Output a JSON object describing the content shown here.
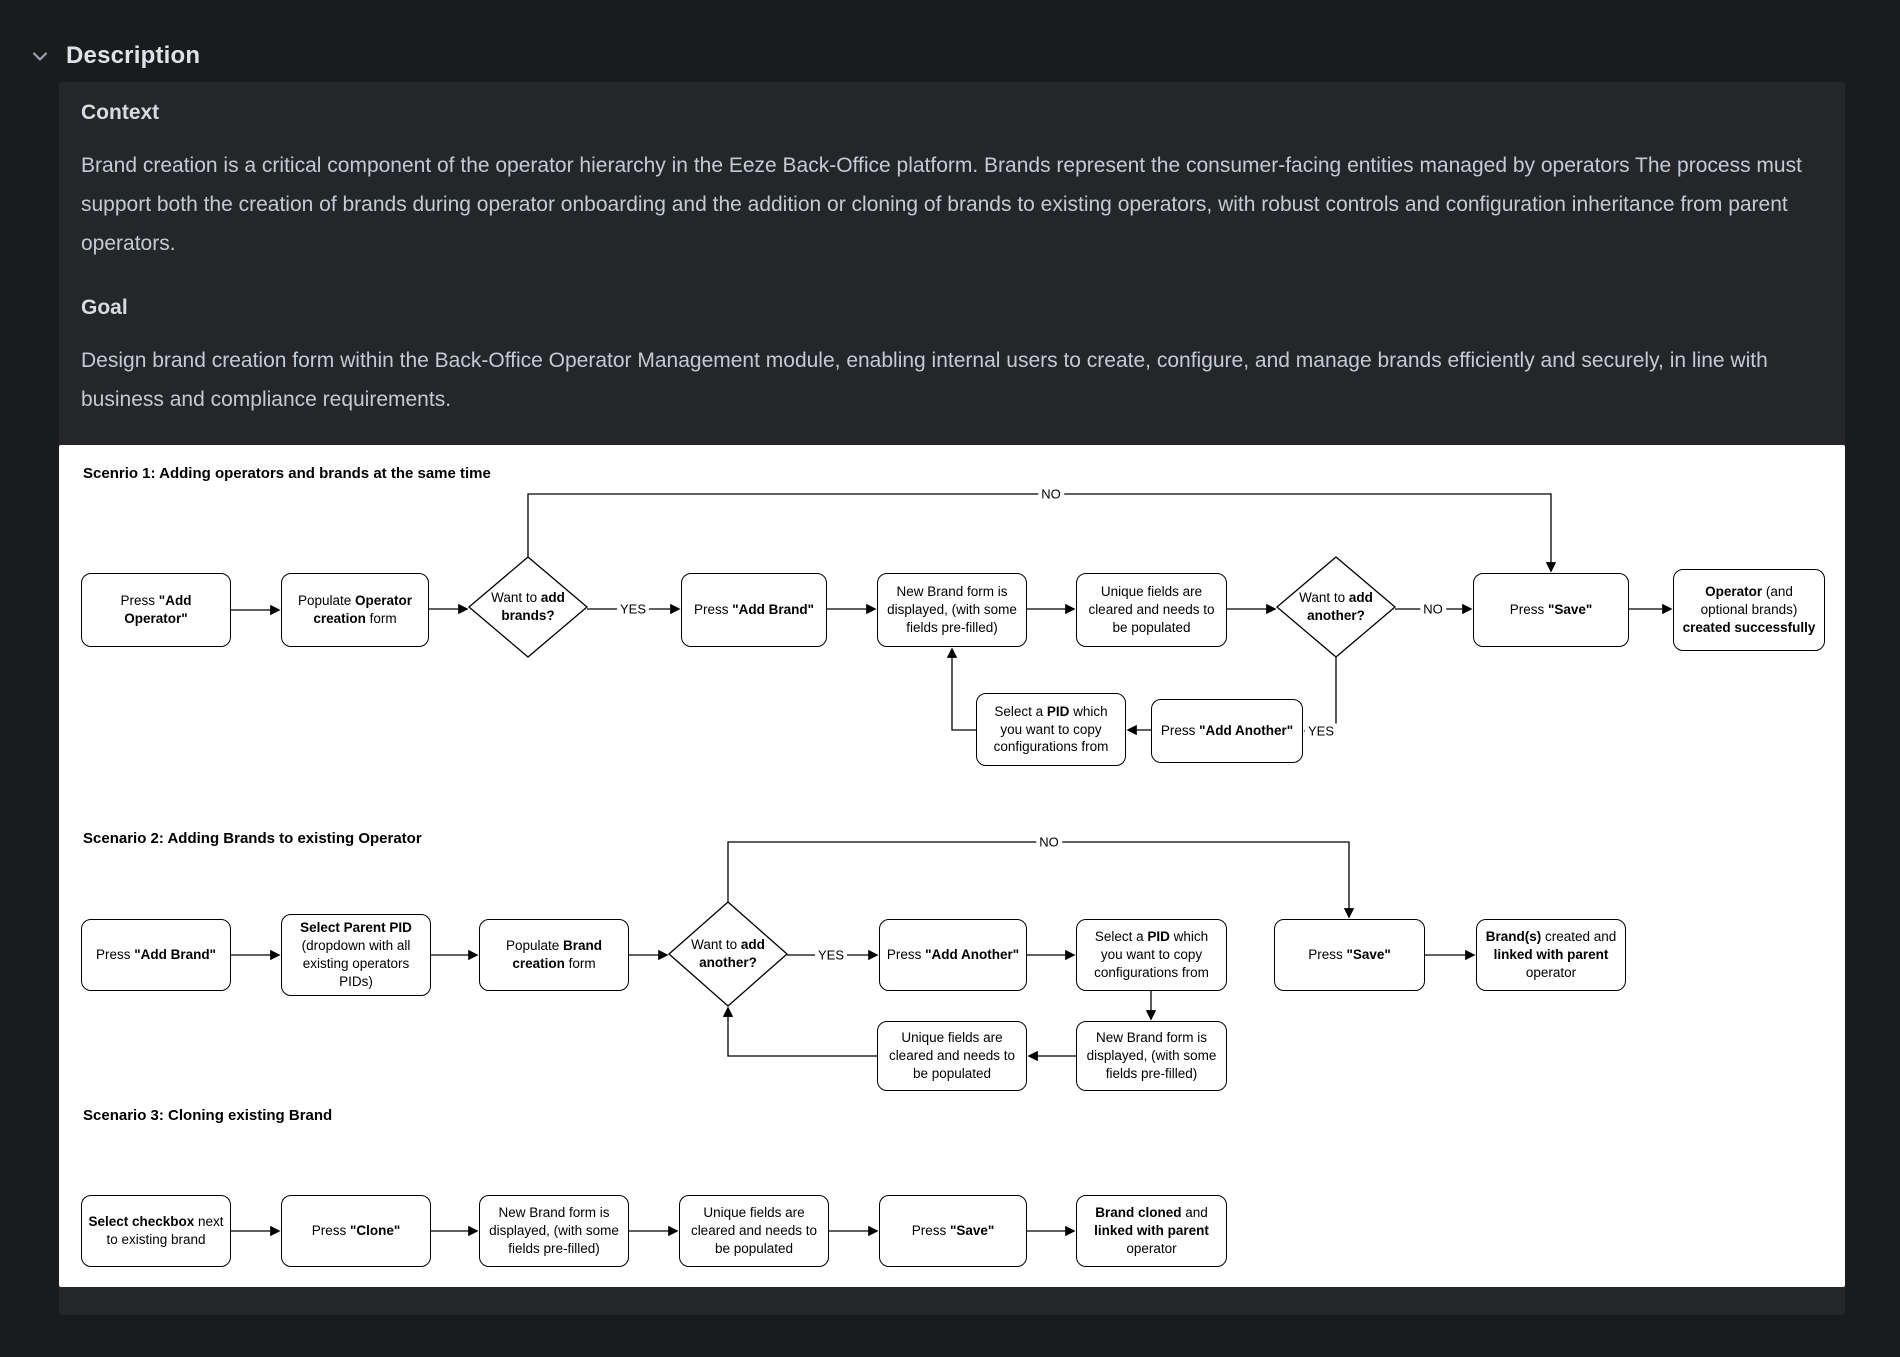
{
  "header": {
    "title": "Description",
    "chevron_icon": "chevron-down"
  },
  "description": {
    "context_heading": "Context",
    "context_text": "Brand creation is a critical component of the operator hierarchy in the Eeze Back-Office platform. Brands represent the consumer-facing entities managed by operators The process must support both the creation of brands during operator onboarding and the addition or cloning of brands to existing operators, with robust controls and configuration inheritance from parent operators.",
    "goal_heading": "Goal",
    "goal_text": "Design brand creation form within the Back-Office Operator Management module, enabling internal users to create, configure, and manage brands efficiently and securely, in line with business and compliance requirements."
  },
  "diagram": {
    "labels": {
      "yes": "YES",
      "no": "NO"
    },
    "s1": {
      "title": "Scenrio 1: Adding operators and brands at the same time",
      "nodes": {
        "add_operator": [
          [
            "Press ",
            false
          ],
          [
            "\"Add Operator\"",
            true
          ]
        ],
        "populate_operator": [
          [
            "Populate ",
            false
          ],
          [
            "Operator creation",
            true
          ],
          [
            " form",
            false
          ]
        ],
        "want_add_brands": [
          [
            "Want to ",
            false
          ],
          [
            "add brands?",
            true
          ]
        ],
        "press_add_brand": [
          [
            "Press ",
            false
          ],
          [
            "\"Add Brand\"",
            true
          ]
        ],
        "new_brand_form": [
          [
            "New Brand form is displayed, (with some fields pre-filled)",
            false
          ]
        ],
        "unique_fields": [
          [
            "Unique fields are cleared and needs to be populated",
            false
          ]
        ],
        "want_add_another": [
          [
            "Want to ",
            false
          ],
          [
            "add another?",
            true
          ]
        ],
        "press_save": [
          [
            "Press ",
            false
          ],
          [
            "\"Save\"",
            true
          ]
        ],
        "operator_created": [
          [
            "Operator",
            true
          ],
          [
            " (and optional brands) ",
            false
          ],
          [
            "created successfully",
            true
          ]
        ],
        "select_pid": [
          [
            "Select a ",
            false
          ],
          [
            "PID",
            true
          ],
          [
            " which you want to copy configurations from",
            false
          ]
        ],
        "press_add_another": [
          [
            "Press ",
            false
          ],
          [
            "\"Add Another\"",
            true
          ]
        ]
      }
    },
    "s2": {
      "title": "Scenario 2: Adding Brands to existing Operator",
      "nodes": {
        "press_add_brand": [
          [
            "Press ",
            false
          ],
          [
            "\"Add Brand\"",
            true
          ]
        ],
        "select_parent_pid": [
          [
            "Select Parent PID",
            true
          ],
          [
            " (dropdown with all existing operators PIDs)",
            false
          ]
        ],
        "populate_brand_form": [
          [
            "Populate ",
            false
          ],
          [
            "Brand creation",
            true
          ],
          [
            " form",
            false
          ]
        ],
        "want_add_another": [
          [
            "Want to ",
            false
          ],
          [
            "add another?",
            true
          ]
        ],
        "press_add_another": [
          [
            "Press ",
            false
          ],
          [
            "\"Add Another\"",
            true
          ]
        ],
        "select_pid": [
          [
            "Select a ",
            false
          ],
          [
            "PID",
            true
          ],
          [
            " which you want to copy configurations from",
            false
          ]
        ],
        "press_save": [
          [
            "Press ",
            false
          ],
          [
            "\"Save\"",
            true
          ]
        ],
        "brands_created": [
          [
            "Brand(s)",
            true
          ],
          [
            " created and ",
            false
          ],
          [
            "linked with parent",
            true
          ],
          [
            " operator",
            false
          ]
        ],
        "new_brand_form": [
          [
            "New Brand form is displayed, (with some fields pre-filled)",
            false
          ]
        ],
        "unique_fields": [
          [
            "Unique fields are cleared and needs to be populated",
            false
          ]
        ]
      }
    },
    "s3": {
      "title": "Scenario 3: Cloning existing Brand",
      "nodes": {
        "select_checkbox": [
          [
            "Select checkbox",
            true
          ],
          [
            " next to existing brand",
            false
          ]
        ],
        "press_clone": [
          [
            "Press ",
            false
          ],
          [
            "\"Clone\"",
            true
          ]
        ],
        "new_brand_form": [
          [
            "New Brand form is displayed, (with some fields pre-filled)",
            false
          ]
        ],
        "unique_fields": [
          [
            "Unique fields are cleared and needs to be populated",
            false
          ]
        ],
        "press_save": [
          [
            "Press ",
            false
          ],
          [
            "\"Save\"",
            true
          ]
        ],
        "brand_cloned": [
          [
            "Brand cloned",
            true
          ],
          [
            " and ",
            false
          ],
          [
            "linked with parent",
            true
          ],
          [
            " operator",
            false
          ]
        ]
      }
    }
  }
}
